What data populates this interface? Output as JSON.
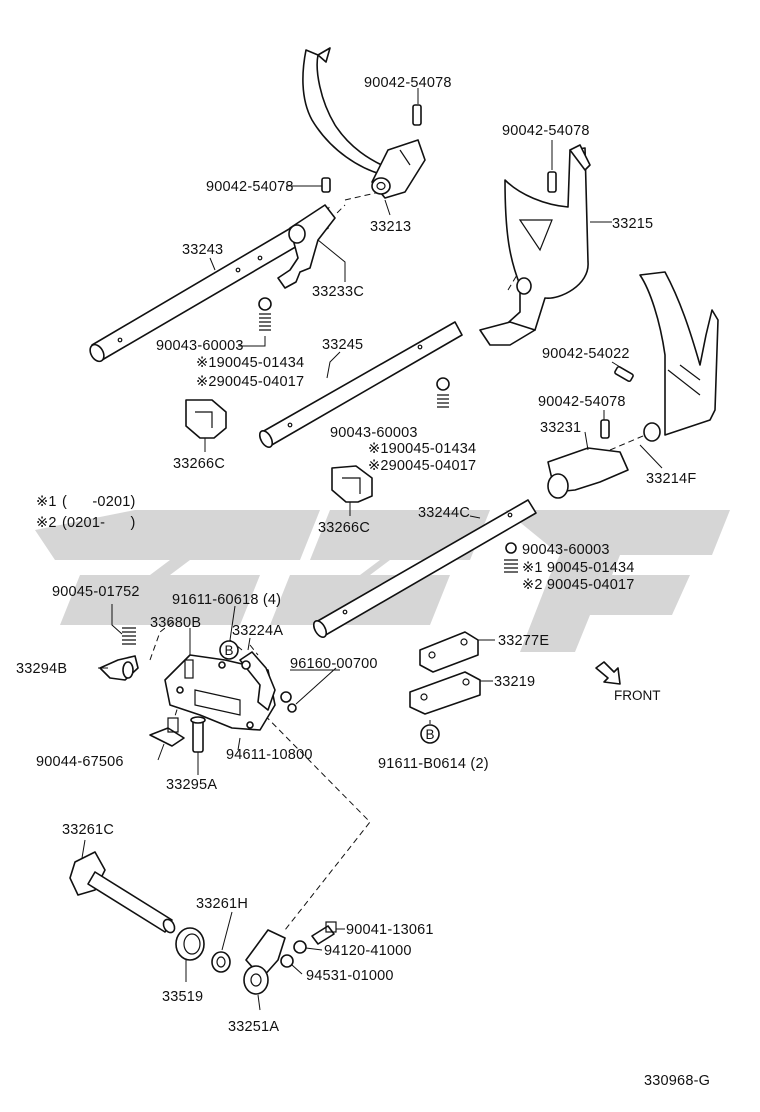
{
  "diagram": {
    "figure_id": "330968-G",
    "front_label": "FRONT",
    "legend": {
      "note1_prefix": "※1",
      "note1_text": "(      -0201)",
      "note2_prefix": "※2",
      "note2_text": "(0201-      )"
    },
    "watermark_color": "#d6d6d6",
    "labels": {
      "p90042_54078_top": "90042-54078",
      "p90042_54078_mid": "90042-54078",
      "p90042_54078_left": "90042-54078",
      "p33213": "33213",
      "p33215": "33215",
      "p33243": "33243",
      "p33233c": "33233C",
      "p90043_60003_a": "90043-60003",
      "p90045_01434_a": "※190045-01434",
      "p90045_04017_a": "※290045-04017",
      "p33245": "33245",
      "p90042_54022": "90042-54022",
      "p90042_54078_right": "90042-54078",
      "p33231": "33231",
      "p33214f": "33214F",
      "p90043_60003_b": "90043-60003",
      "p90045_01434_b": "※190045-01434",
      "p90045_04017_b": "※290045-04017",
      "p33266c_a": "33266C",
      "p33266c_b": "33266C",
      "p33244c": "33244C",
      "p90043_60003_c": "90043-60003",
      "p90045_01434_c": "※1 90045-01434",
      "p90045_04017_c": "※2 90045-04017",
      "p90045_01752": "90045-01752",
      "p91611_60618": "91611-60618 (4)",
      "p33680b": "33680B",
      "p33224a": "33224A",
      "p33294b": "33294B",
      "p96160_00700": "96160-00700",
      "p33277e": "33277E",
      "p33219": "33219",
      "p90044_67506": "90044-67506",
      "p94611_10800": "94611-10800",
      "p91611_b0614": "91611-B0614 (2)",
      "p33295a": "33295A",
      "p33261c": "33261C",
      "p33261h": "33261H",
      "p90041_13061": "90041-13061",
      "p94120_41000": "94120-41000",
      "p94531_01000": "94531-01000",
      "p33519": "33519",
      "p33251a": "33251A",
      "marker_b": "B"
    }
  }
}
